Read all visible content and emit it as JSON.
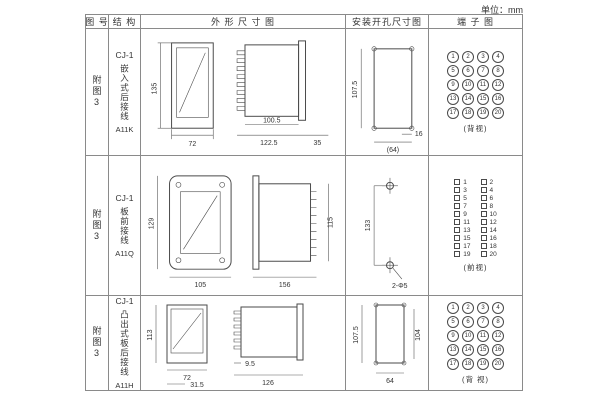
{
  "unit_label": "单位：mm",
  "header": {
    "fig_no": "图 号",
    "structure": "结 构",
    "outline": "外 形 尺 寸 图",
    "mounting": "安装开孔尺寸图",
    "terminal": "端 子 图"
  },
  "rows": [
    {
      "fig_no": "附图3",
      "model": "CJ-1",
      "type": "嵌入式后接线",
      "code": "A11K",
      "outline": {
        "height": "135",
        "width": "72",
        "body": "100.5",
        "total": "122.5",
        "flange": "35"
      },
      "mounting": {
        "height": "107.5",
        "offset": "16",
        "width": "(64)"
      },
      "terminal": {
        "caption": "(背视)",
        "numbers": [
          1,
          2,
          3,
          4,
          5,
          6,
          7,
          8,
          9,
          10,
          11,
          12,
          13,
          14,
          15,
          16,
          17,
          18,
          19,
          20
        ]
      }
    },
    {
      "fig_no": "附图3",
      "model": "CJ-1",
      "type": "板前接线",
      "code": "A11Q",
      "outline": {
        "height": "129",
        "width": "105",
        "depth": "156",
        "side_height": "115"
      },
      "mounting": {
        "height": "133",
        "holes": "2-Φ5"
      },
      "terminal": {
        "caption": "(前视)",
        "numbers": [
          1,
          2,
          3,
          4,
          5,
          6,
          7,
          8,
          9,
          10,
          11,
          12,
          13,
          14,
          15,
          16,
          17,
          18,
          19,
          20
        ]
      }
    },
    {
      "fig_no": "附图3",
      "model": "CJ-1",
      "type": "凸出式板后接线",
      "code": "A11H",
      "outline": {
        "height": "113",
        "width": "72",
        "inner": "31.5",
        "pin": "9.5",
        "total": "126"
      },
      "mounting": {
        "height": "107.5",
        "height2": "104",
        "width": "64"
      },
      "terminal": {
        "caption": "(背 视)",
        "numbers": [
          1,
          2,
          3,
          4,
          5,
          6,
          7,
          8,
          9,
          10,
          11,
          12,
          13,
          14,
          15,
          16,
          17,
          18,
          19,
          20
        ]
      }
    }
  ]
}
